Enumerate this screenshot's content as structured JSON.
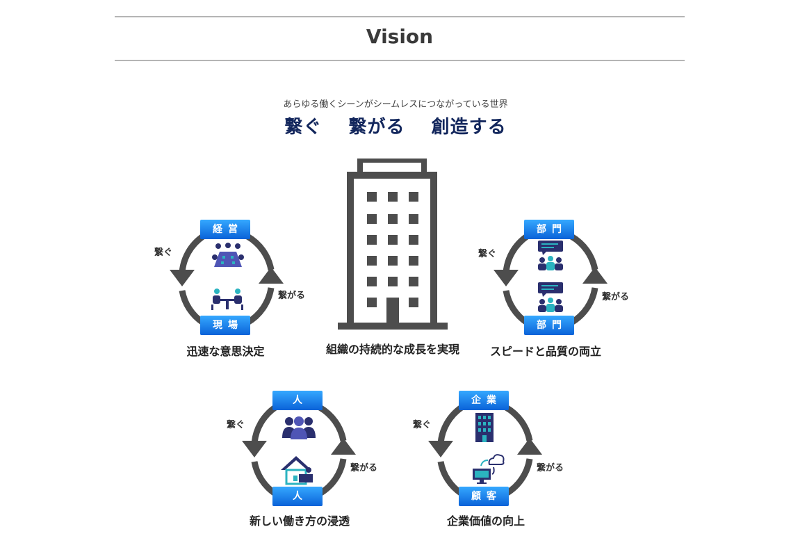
{
  "header": {
    "title": "Vision"
  },
  "intro": {
    "subtitle": "あらゆる働くシーンがシームレスにつながっている世界",
    "headline": [
      "繋ぐ",
      "繋がる",
      "創造する"
    ]
  },
  "center": {
    "caption": "組織の持続的な成長を実現"
  },
  "cycles": [
    {
      "top": "経営",
      "bottom": "現場",
      "left_label": "繋ぐ",
      "right_label": "繋がる",
      "caption": "迅速な意思決定",
      "top_icon": "meeting-icon",
      "bottom_icon": "discussion-icon"
    },
    {
      "top": "部門",
      "bottom": "部門",
      "left_label": "繋ぐ",
      "right_label": "繋がる",
      "caption": "スピードと品質の両立",
      "top_icon": "team-chat-icon",
      "bottom_icon": "team-chat-icon"
    },
    {
      "top": "人",
      "bottom": "人",
      "left_label": "繋ぐ",
      "right_label": "繋がる",
      "caption": "新しい働き方の浸透",
      "top_icon": "people-group-icon",
      "bottom_icon": "remote-work-icon"
    },
    {
      "top": "企業",
      "bottom": "顧客",
      "left_label": "繋ぐ",
      "right_label": "繋がる",
      "caption": "企業価値の向上",
      "top_icon": "office-building-icon",
      "bottom_icon": "cloud-computer-icon"
    }
  ],
  "colors": {
    "headline": "#12265c",
    "badge_top": "#35a8ff",
    "badge_bottom": "#0a62d8",
    "arrow": "#4d4d4d",
    "icon_dark": "#2a2f6e",
    "icon_light": "#2bb3c0"
  }
}
